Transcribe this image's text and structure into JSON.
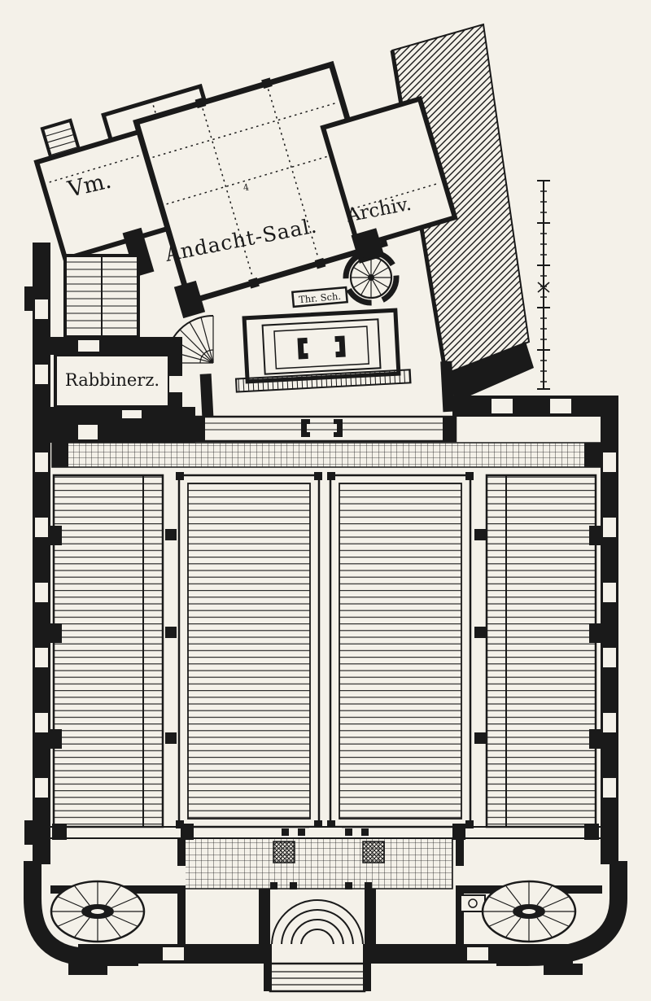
{
  "plan": {
    "rooms": {
      "vm": "Vm.",
      "andacht_saal": "Andacht-Saal.",
      "archiv": "Archiv.",
      "rabbinerz": "Rabbinerz.",
      "thora_shrine": "Thr. Sch."
    },
    "marks": {
      "bay_marker": "4"
    },
    "colors": {
      "paper": "#f4f1e9",
      "ink": "#1a1a1a"
    }
  }
}
